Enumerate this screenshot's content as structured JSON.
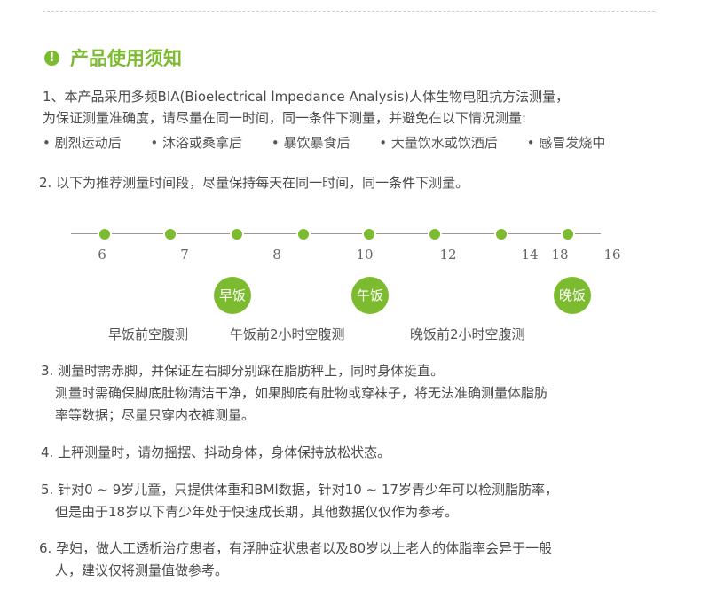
{
  "title": "产品使用须知",
  "colors": {
    "accent": "#7cbb2f"
  },
  "p1": {
    "line1": "1、本产品采用多频BIA(Bioelectrical lmpedance Analysis)人体生物电阻抗方法测量，",
    "line2": "为保证测量准确度，请尽量在同一时间，同一条件下测量，并避免在以下情况测量:"
  },
  "bullets": [
    "剧烈运动后",
    "沐浴或桑拿后",
    "暴饮暴食后",
    "大量饮水或饮酒后",
    "感冒发烧中"
  ],
  "p2": "2. 以下为推荐测量时间段，尽量保持每天在同一时间，同一条件下测量。",
  "timeline": {
    "ticks": [
      "6",
      "7",
      "8",
      "10",
      "12",
      "14",
      "18",
      "16"
    ],
    "meals": [
      "早饭",
      "午饭",
      "晚饭"
    ],
    "captions": [
      "早饭前空腹测",
      "午饭前2小时空腹测",
      "晚饭前2小时空腹测"
    ]
  },
  "p3": {
    "line1": "3. 测量时需赤脚，并保证左右脚分别踩在脂肪秤上，同时身体挺直。",
    "line2": "测量时需确保脚底肚物清洁干净，如果脚底有肚物或穿袜子，将无法准确测量体脂肪",
    "line3": "率等数据；尽量只穿内衣裤测量。"
  },
  "p4": "4. 上秤测量时，请勿摇摆、抖动身体，身体保持放松状态。",
  "p5": {
    "line1": "5. 针对0 ~ 9岁儿童，只提供体重和BMl数据，针对10 ~ 17岁青少年可以检测脂肪率，",
    "line2": "但是由于18岁以下青少年处于快速成长期，其他数据仅仅作为参考。"
  },
  "p6": {
    "line1": "6. 孕妇，做人工透析治疗患者，有浮肿症状患者以及80岁以上老人的体脂率会异于一般",
    "line2": "人，建议仅将测量值做参考。"
  }
}
